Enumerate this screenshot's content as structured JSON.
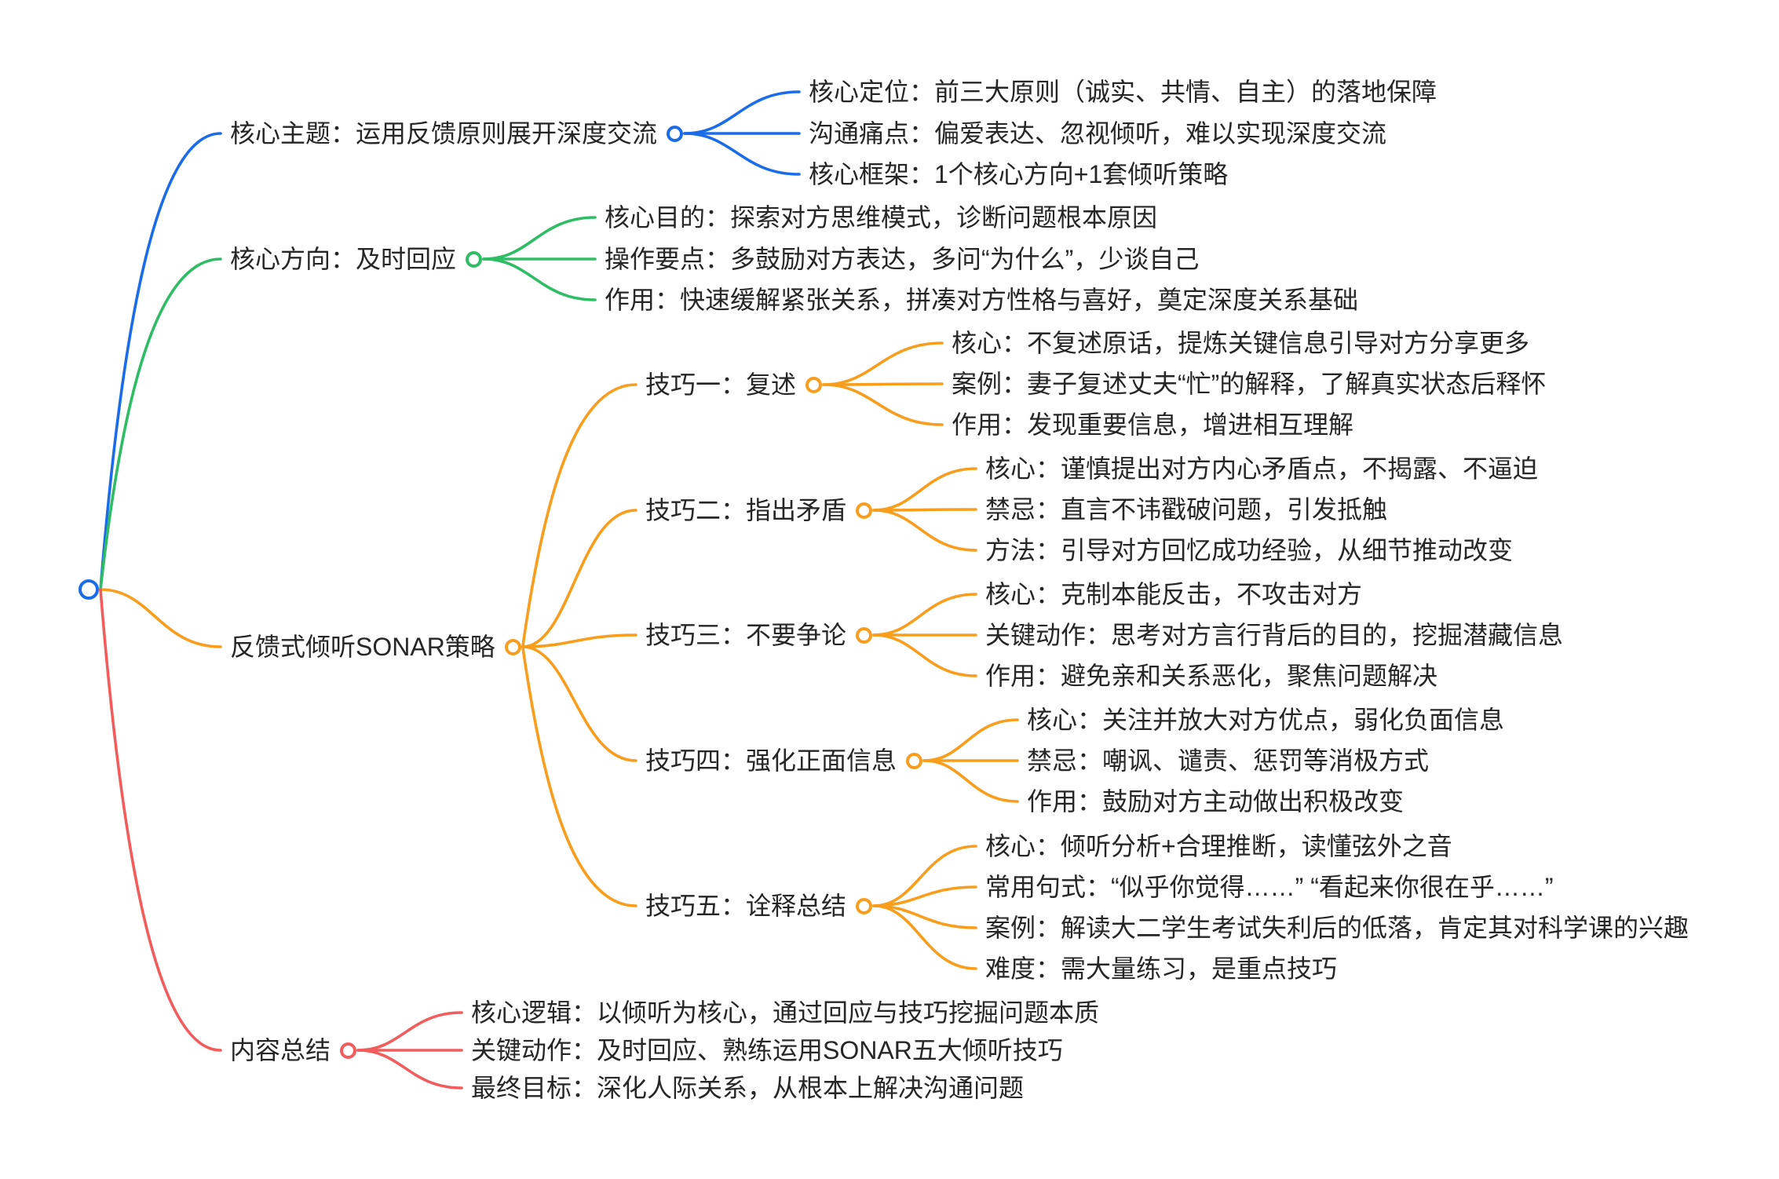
{
  "root": {
    "color": "#1b6ce8"
  },
  "text_color": "#262626",
  "branches": [
    {
      "label": "核心主题：运用反馈原则展开深度交流",
      "color": "#1b6ce8",
      "children": [
        "核心定位：前三大原则（诚实、共情、自主）的落地保障",
        "沟通痛点：偏爱表达、忽视倾听，难以实现深度交流",
        "核心框架：1个核心方向+1套倾听策略"
      ]
    },
    {
      "label": "核心方向：及时回应",
      "color": "#2ebd64",
      "children": [
        "核心目的：探索对方思维模式，诊断问题根本原因",
        "操作要点：多鼓励对方表达，多问“为什么”，少谈自己",
        "作用：快速缓解紧张关系，拼凑对方性格与喜好，奠定深度关系基础"
      ]
    },
    {
      "label": "反馈式倾听SONAR策略",
      "color": "#f99d1c",
      "techniques": [
        {
          "label": "技巧一：复述",
          "children": [
            "核心：不复述原话，提炼关键信息引导对方分享更多",
            "案例：妻子复述丈夫“忙”的解释，了解真实状态后释怀",
            "作用：发现重要信息，增进相互理解"
          ]
        },
        {
          "label": "技巧二：指出矛盾",
          "children": [
            "核心：谨慎提出对方内心矛盾点，不揭露、不逼迫",
            "禁忌：直言不讳戳破问题，引发抵触",
            "方法：引导对方回忆成功经验，从细节推动改变"
          ]
        },
        {
          "label": "技巧三：不要争论",
          "children": [
            "核心：克制本能反击，不攻击对方",
            "关键动作：思考对方言行背后的目的，挖掘潜藏信息",
            "作用：避免亲和关系恶化，聚焦问题解决"
          ]
        },
        {
          "label": "技巧四：强化正面信息",
          "children": [
            "核心：关注并放大对方优点，弱化负面信息",
            "禁忌：嘲讽、谴责、惩罚等消极方式",
            "作用：鼓励对方主动做出积极改变"
          ]
        },
        {
          "label": "技巧五：诠释总结",
          "children": [
            "核心：倾听分析+合理推断，读懂弦外之音",
            "常用句式：“似乎你觉得……” “看起来你很在乎……”",
            "案例：解读大二学生考试失利后的低落，肯定其对科学课的兴趣",
            "难度：需大量练习，是重点技巧"
          ]
        }
      ]
    },
    {
      "label": "内容总结",
      "color": "#f25c5c",
      "children": [
        "核心逻辑：以倾听为核心，通过回应与技巧挖掘问题本质",
        "关键动作：及时回应、熟练运用SONAR五大倾听技巧",
        "最终目标：深化人际关系，从根本上解决沟通问题"
      ]
    }
  ]
}
